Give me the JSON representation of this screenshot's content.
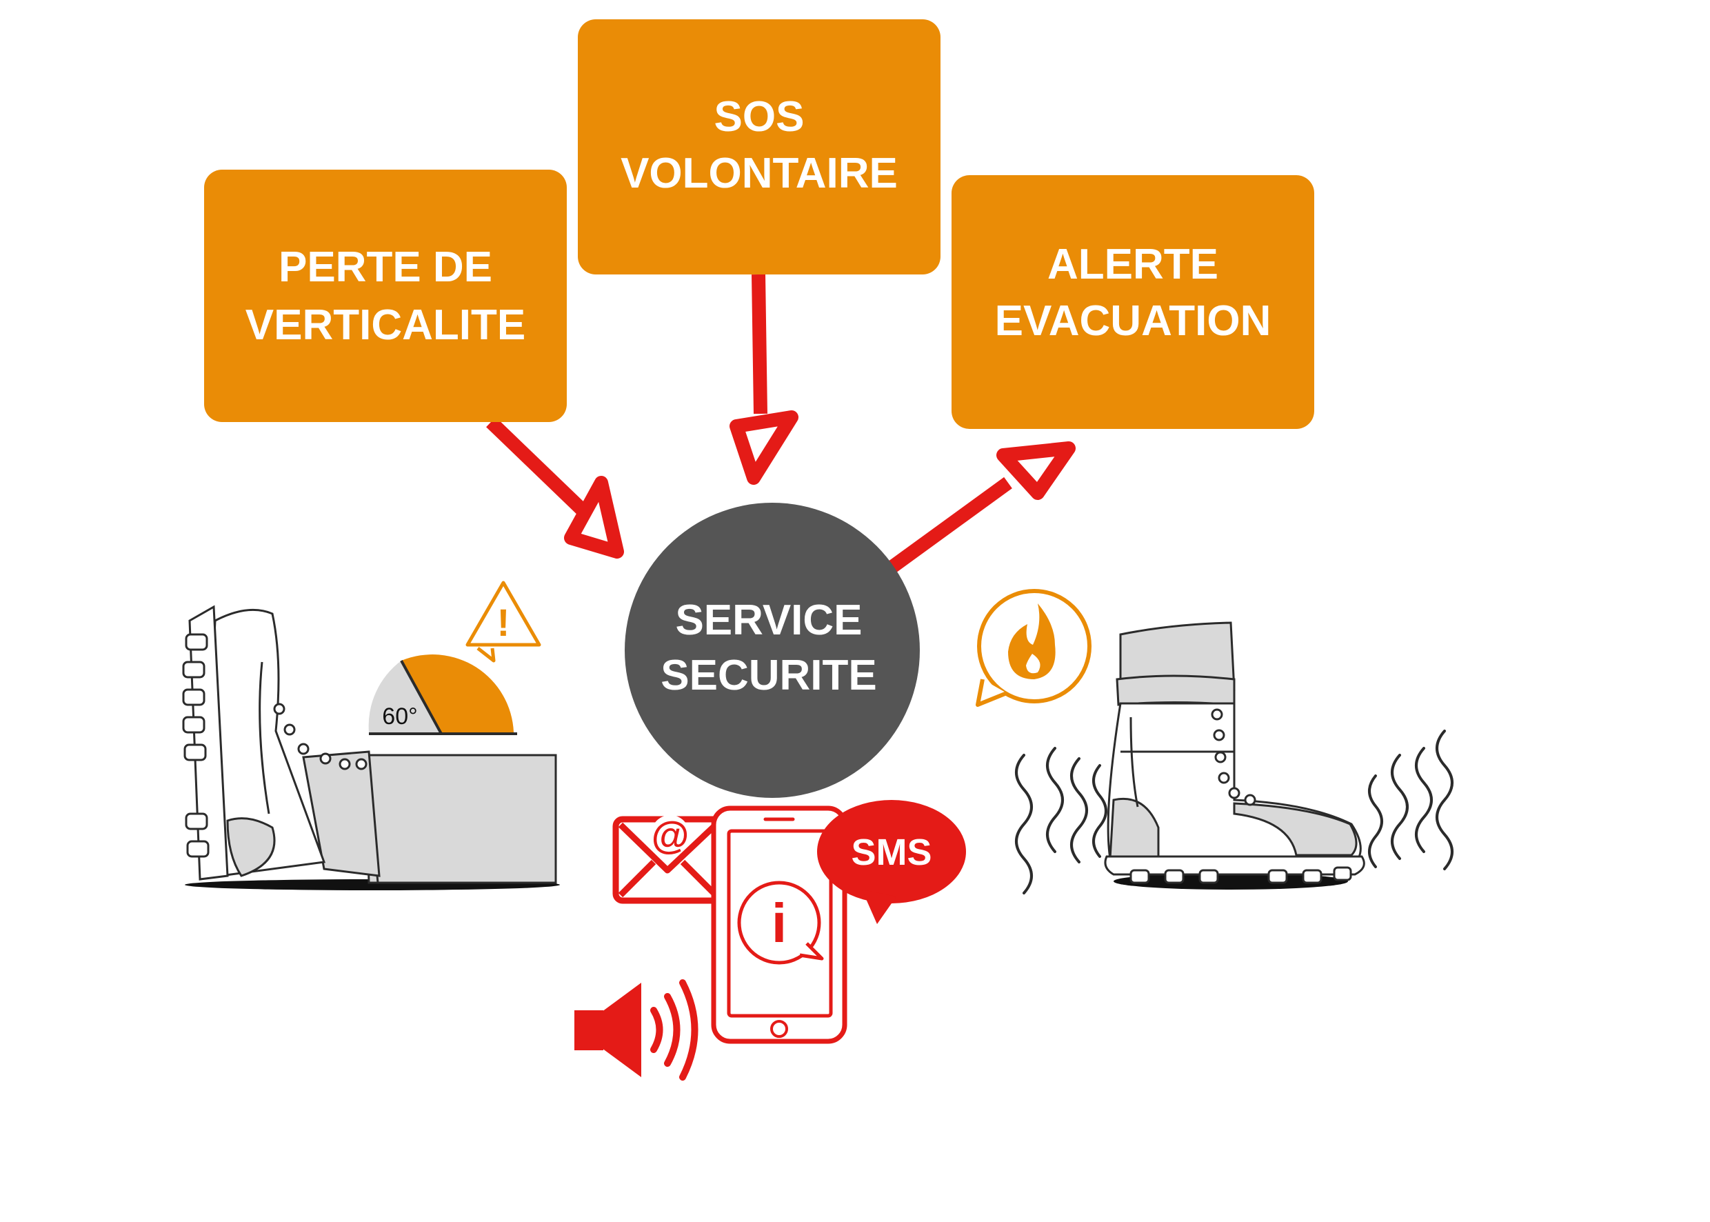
{
  "colors": {
    "orange": "#ea8c06",
    "red": "#e41b17",
    "dark": "#555555",
    "white": "#ffffff",
    "line": "#2b2b2b",
    "pant": "#d9d9d9"
  },
  "boxes": {
    "perte": {
      "line1": "PERTE DE",
      "line2": "VERTICALITE"
    },
    "sos": {
      "line1": "SOS",
      "line2": "VOLONTAIRE"
    },
    "alerte": {
      "line1": "ALERTE",
      "line2": "EVACUATION"
    }
  },
  "center": {
    "line1": "SERVICE",
    "line2": "SECURITE"
  },
  "angle": {
    "value": "60°"
  },
  "email": {
    "symbol": "@"
  },
  "sms": {
    "label": "SMS"
  },
  "phone": {
    "info_symbol": "i"
  },
  "warning": {
    "symbol": "!"
  },
  "icons": [
    "boot-fallen-icon",
    "boot-vibration-icon",
    "warning-icon",
    "fire-bubble-icon",
    "email-icon",
    "phone-icon",
    "sms-bubble-icon",
    "speaker-icon"
  ]
}
